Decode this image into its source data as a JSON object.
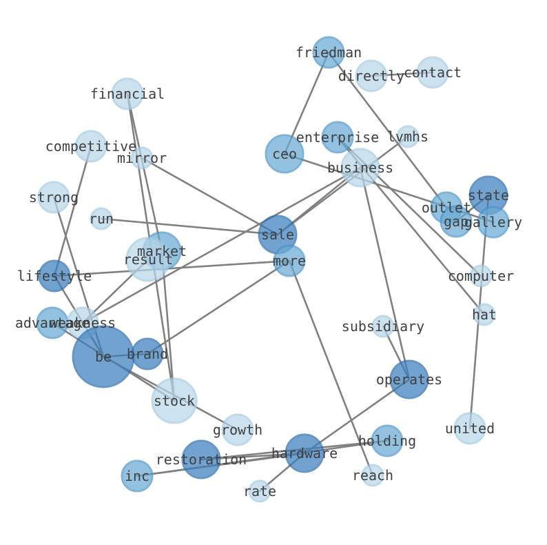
{
  "graph": {
    "colors": {
      "edge": "#808080",
      "label": "#404040",
      "light": "#b9d7ea",
      "mid": "#6aaad5",
      "dark": "#3d80bf",
      "light_stroke": "#a6cbe3",
      "mid_stroke": "#4f96c9",
      "dark_stroke": "#2f6fae"
    },
    "nodes": [
      {
        "id": "friedman",
        "label": "friedman",
        "shade": "mid",
        "size": 3
      },
      {
        "id": "directly",
        "label": "directly",
        "shade": "light",
        "size": 3
      },
      {
        "id": "contact",
        "label": "contact",
        "shade": "light",
        "size": 3
      },
      {
        "id": "financial",
        "label": "financial",
        "shade": "light",
        "size": 3
      },
      {
        "id": "enterprise",
        "label": "enterprise",
        "shade": "mid",
        "size": 3
      },
      {
        "id": "lvmhs",
        "label": "lvmhs",
        "shade": "light",
        "size": 2
      },
      {
        "id": "competitive",
        "label": "competitive",
        "shade": "light",
        "size": 3
      },
      {
        "id": "mirror",
        "label": "mirror",
        "shade": "light",
        "size": 2
      },
      {
        "id": "ceo",
        "label": "ceo",
        "shade": "mid",
        "size": 4
      },
      {
        "id": "business",
        "label": "business",
        "shade": "light",
        "size": 4
      },
      {
        "id": "strong",
        "label": "strong",
        "shade": "light",
        "size": 3
      },
      {
        "id": "state",
        "label": "state",
        "shade": "dark",
        "size": 4
      },
      {
        "id": "outlet",
        "label": "outlet",
        "shade": "mid",
        "size": 3
      },
      {
        "id": "run",
        "label": "run",
        "shade": "light",
        "size": 2
      },
      {
        "id": "sale",
        "label": "sale",
        "shade": "dark",
        "size": 4
      },
      {
        "id": "gap",
        "label": "gap",
        "shade": "mid",
        "size": 3
      },
      {
        "id": "gallery",
        "label": "gallery",
        "shade": "mid",
        "size": 3
      },
      {
        "id": "market",
        "label": "market",
        "shade": "mid",
        "size": 4
      },
      {
        "id": "result",
        "label": "result",
        "shade": "light",
        "size": 5
      },
      {
        "id": "more",
        "label": "more",
        "shade": "mid",
        "size": 3
      },
      {
        "id": "lifestyle",
        "label": "lifestyle",
        "shade": "dark",
        "size": 3
      },
      {
        "id": "computer",
        "label": "computer",
        "shade": "light",
        "size": 2
      },
      {
        "id": "hat",
        "label": "hat",
        "shade": "light",
        "size": 2
      },
      {
        "id": "advantage",
        "label": "advantage",
        "shade": "mid",
        "size": 3
      },
      {
        "id": "weakness",
        "label": "weakness",
        "shade": "light",
        "size": 3
      },
      {
        "id": "subsidiary",
        "label": "subsidiary",
        "shade": "light",
        "size": 2
      },
      {
        "id": "be",
        "label": "be",
        "shade": "dark",
        "size": 7
      },
      {
        "id": "brand",
        "label": "brand",
        "shade": "dark",
        "size": 3
      },
      {
        "id": "operates",
        "label": "operates",
        "shade": "dark",
        "size": 4
      },
      {
        "id": "stock",
        "label": "stock",
        "shade": "light",
        "size": 5
      },
      {
        "id": "growth",
        "label": "growth",
        "shade": "light",
        "size": 3
      },
      {
        "id": "united",
        "label": "united",
        "shade": "light",
        "size": 3
      },
      {
        "id": "holding",
        "label": "holding",
        "shade": "mid",
        "size": 3
      },
      {
        "id": "restoration",
        "label": "restoration",
        "shade": "dark",
        "size": 4
      },
      {
        "id": "hardware",
        "label": "hardware",
        "shade": "dark",
        "size": 4
      },
      {
        "id": "inc",
        "label": "inc",
        "shade": "mid",
        "size": 3
      },
      {
        "id": "reach",
        "label": "reach",
        "shade": "light",
        "size": 2
      },
      {
        "id": "rate",
        "label": "rate",
        "shade": "light",
        "size": 2
      }
    ],
    "edges": [
      [
        "directly",
        "contact"
      ],
      [
        "friedman",
        "ceo"
      ],
      [
        "friedman",
        "outlet"
      ],
      [
        "financial",
        "market"
      ],
      [
        "financial",
        "stock"
      ],
      [
        "competitive",
        "lifestyle"
      ],
      [
        "mirror",
        "sale"
      ],
      [
        "lvmhs",
        "sale"
      ],
      [
        "business",
        "sale"
      ],
      [
        "business",
        "weakness"
      ],
      [
        "business",
        "operates"
      ],
      [
        "ceo",
        "gallery"
      ],
      [
        "enterprise",
        "computer"
      ],
      [
        "enterprise",
        "hat"
      ],
      [
        "state",
        "gap"
      ],
      [
        "state",
        "united"
      ],
      [
        "run",
        "sale"
      ],
      [
        "lifestyle",
        "more"
      ],
      [
        "lifestyle",
        "be"
      ],
      [
        "strong",
        "be"
      ],
      [
        "advantage",
        "stock"
      ],
      [
        "weakness",
        "result"
      ],
      [
        "market",
        "stock"
      ],
      [
        "more",
        "brand"
      ],
      [
        "more",
        "reach"
      ],
      [
        "be",
        "brand"
      ],
      [
        "be",
        "growth"
      ],
      [
        "subsidiary",
        "operates"
      ],
      [
        "operates",
        "hardware"
      ],
      [
        "restoration",
        "holding"
      ],
      [
        "hardware",
        "restoration"
      ],
      [
        "hardware",
        "inc"
      ],
      [
        "inc",
        "holding"
      ],
      [
        "hardware",
        "rate"
      ]
    ]
  }
}
